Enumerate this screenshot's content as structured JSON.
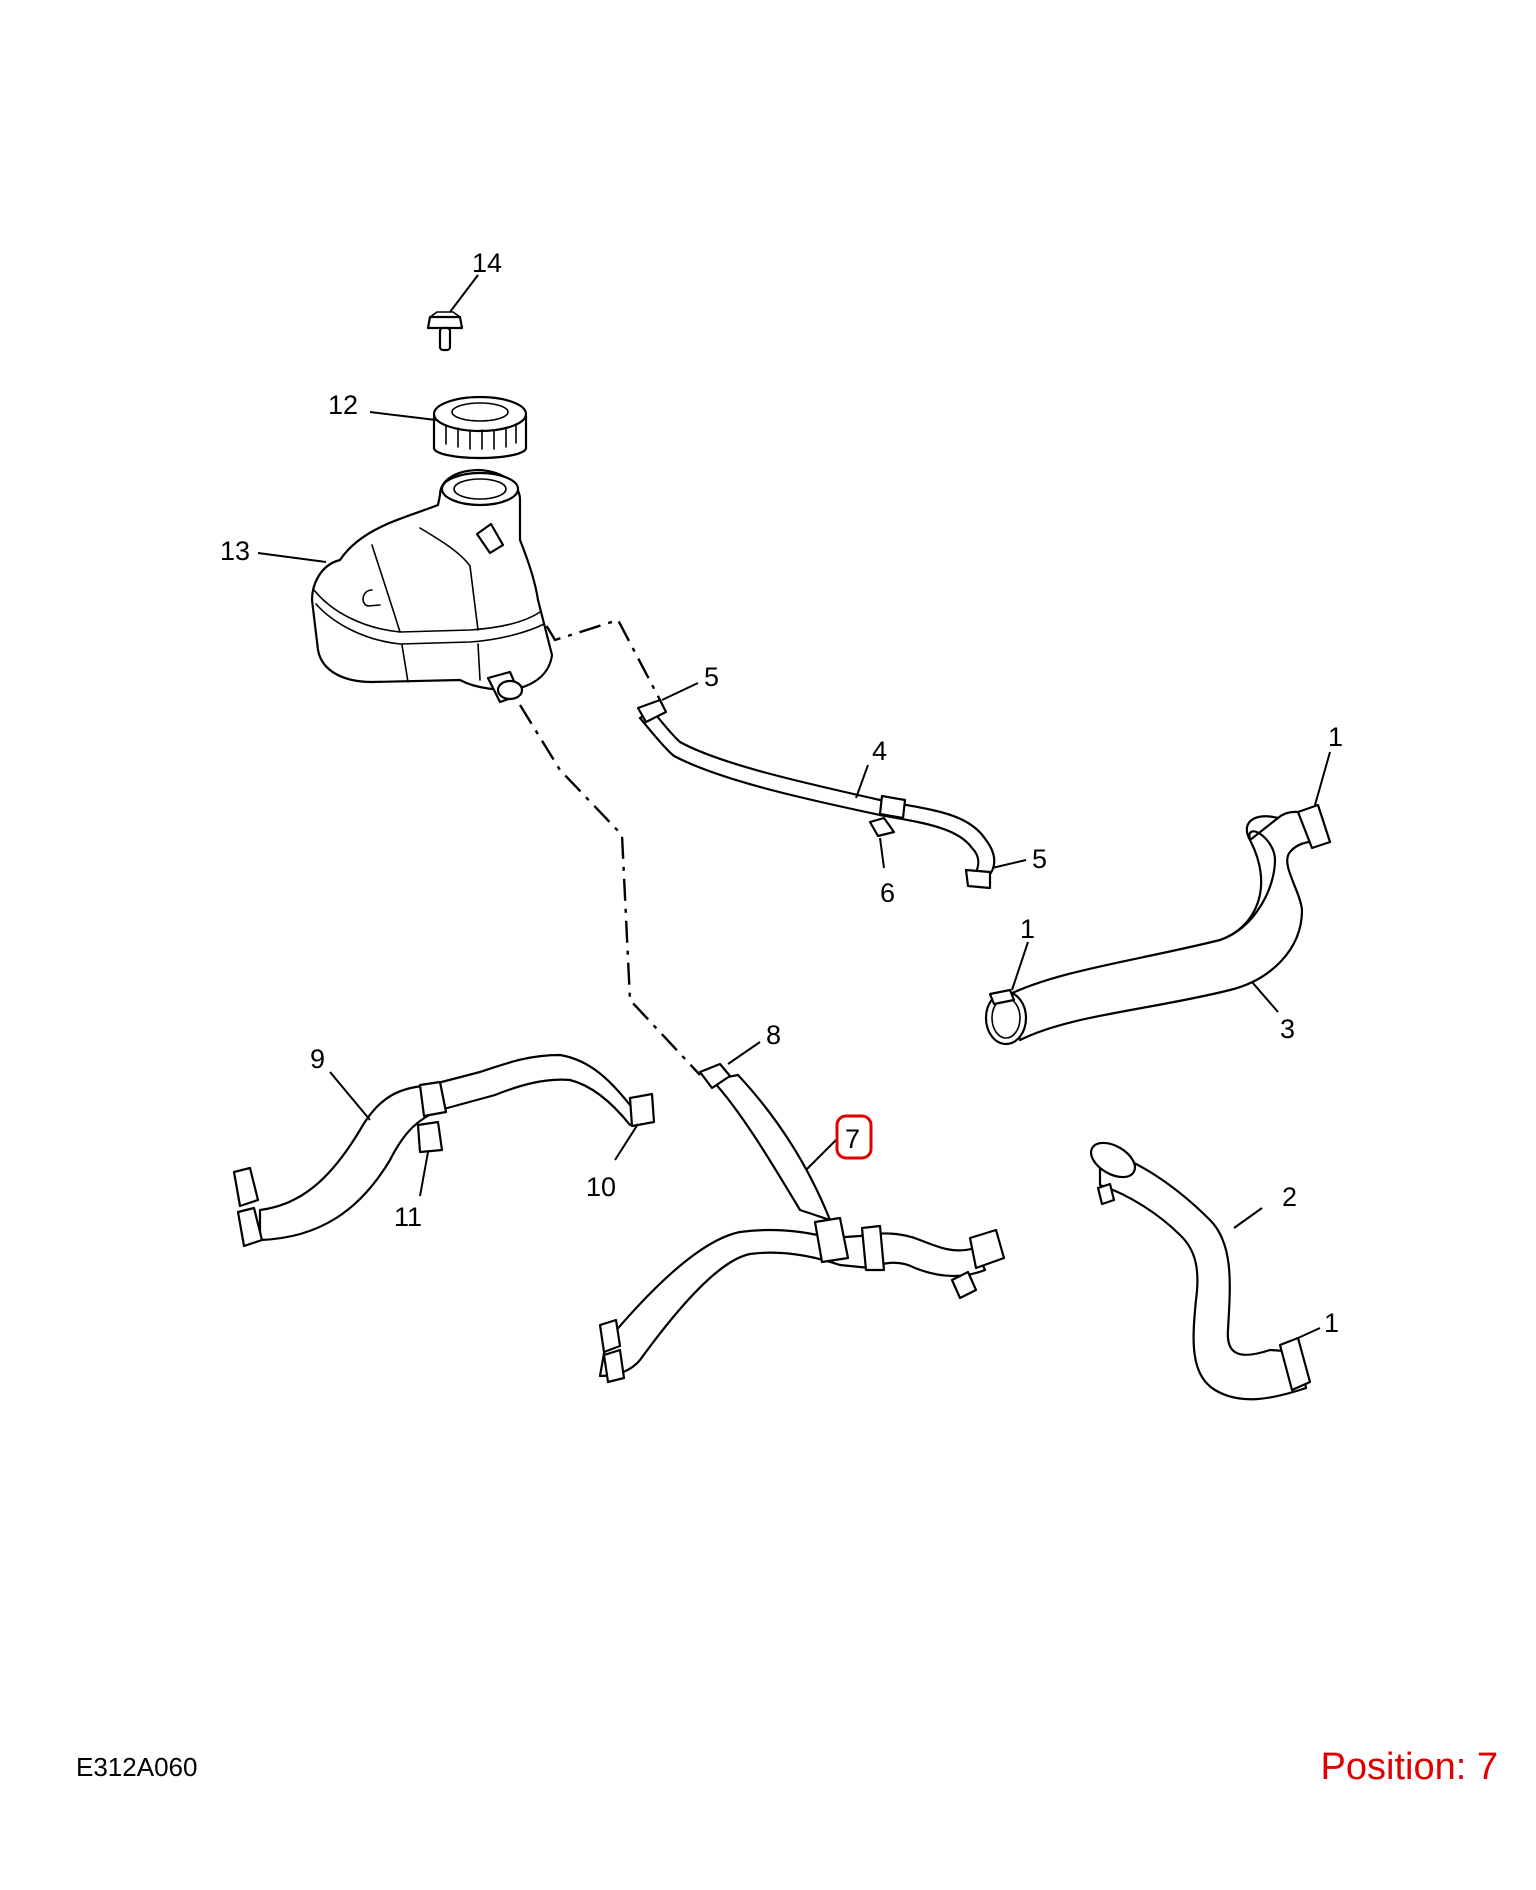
{
  "drawing_code": "E312A060",
  "position_label": "Position: 7",
  "highlight_color": "#e00000",
  "callouts": {
    "c14": "14",
    "c12": "12",
    "c13": "13",
    "c5a": "5",
    "c5b": "5",
    "c4": "4",
    "c6": "6",
    "c1a": "1",
    "c1b": "1",
    "c1c": "1",
    "c3": "3",
    "c2": "2",
    "c8": "8",
    "c7": "7",
    "c9": "9",
    "c10": "10",
    "c11": "11"
  }
}
